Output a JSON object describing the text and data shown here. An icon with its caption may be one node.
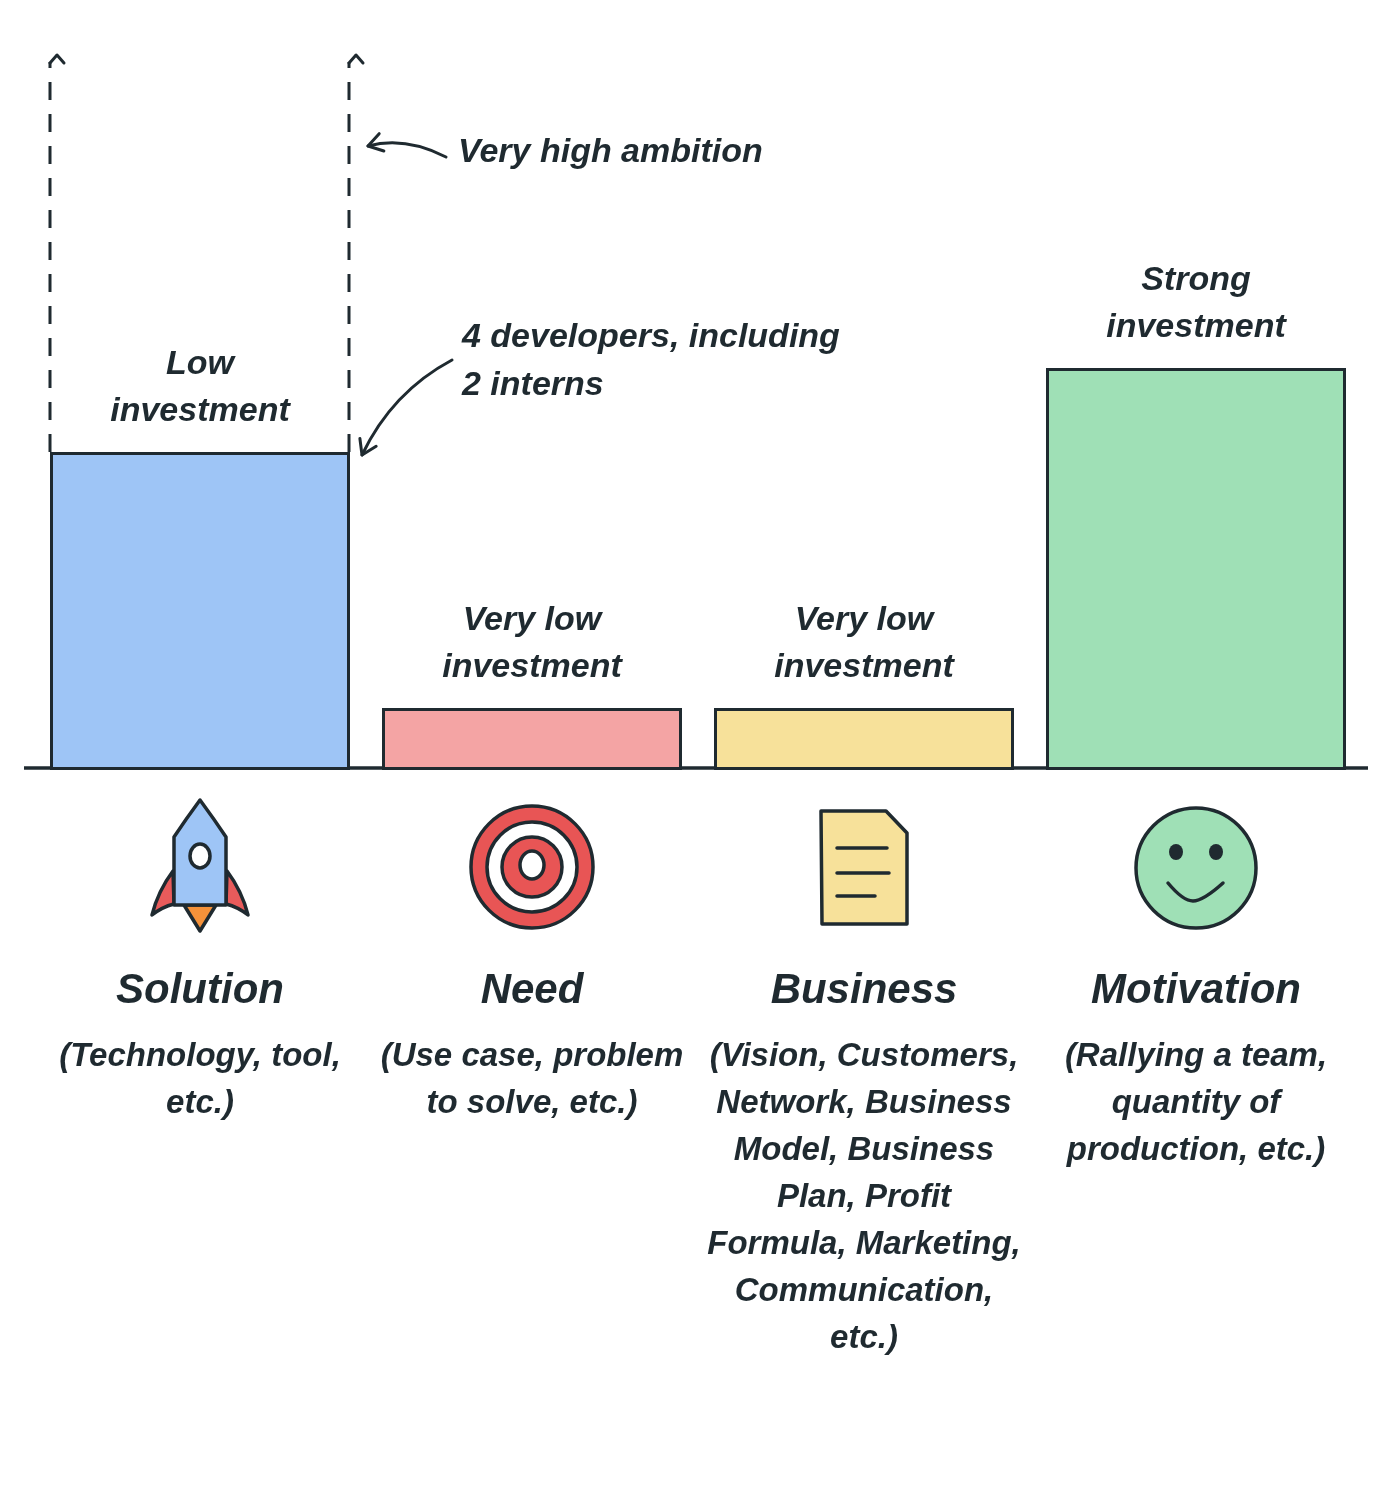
{
  "diagram": {
    "nodes": [
      {
        "text": [
          "Low investment"
        ]
      },
      {
        "text": [
          "Very low investment"
        ]
      },
      {
        "text": [
          "Very low investment"
        ]
      },
      {
        "text": [
          "Strong investment"
        ]
      },
      {
        "text": [
          "Very high ambition"
        ]
      },
      {
        "text": [
          "4 developers, including 2 interns"
        ]
      }
    ],
    "edges": [
      {
        "from": 4,
        "to": null,
        "arrow": "to"
      },
      {
        "from": 5,
        "to": 0,
        "arrow": "to"
      }
    ],
    "labels": [
      "Solution",
      "(Technology, tool, etc.)",
      "Need",
      "(Use case, problem to solve, etc.)",
      "Business",
      "(Vision, Customers, Network, Business Model, Business Plan, Profit Formula, Marketing, Communication, etc.)",
      "Motivation",
      "(Rallying a team, quantity of production, etc.)"
    ]
  }
}
